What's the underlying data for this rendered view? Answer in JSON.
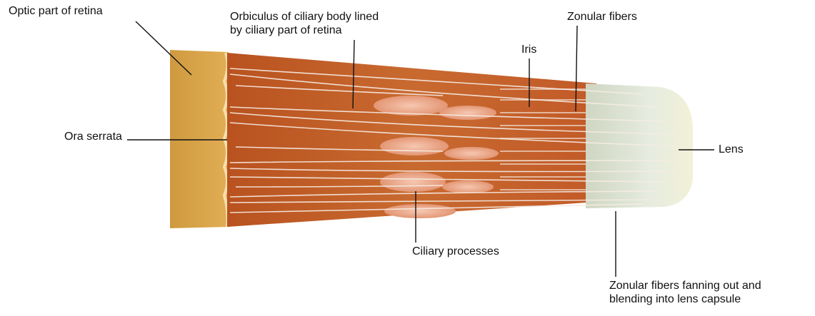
{
  "labels": {
    "optic_part": "Optic part of retina",
    "orbiculus_line1": "Orbiculus of ciliary body lined",
    "orbiculus_line2": "by ciliary part of retina",
    "zonular_fibers": "Zonular fibers",
    "iris": "Iris",
    "ora_serrata": "Ora serrata",
    "lens": "Lens",
    "ciliary_processes": "Ciliary processes",
    "fanning_line1": "Zonular fibers fanning out and",
    "fanning_line2": "blending into lens capsule"
  },
  "colors": {
    "retina_tan": "#d9a449",
    "ciliary_red": "#c05a24",
    "process_pink": "#e9a98c",
    "fiber_white": "#f3e6dc",
    "lens_pale": "#e4ebdc",
    "leader_line": "#111111"
  }
}
